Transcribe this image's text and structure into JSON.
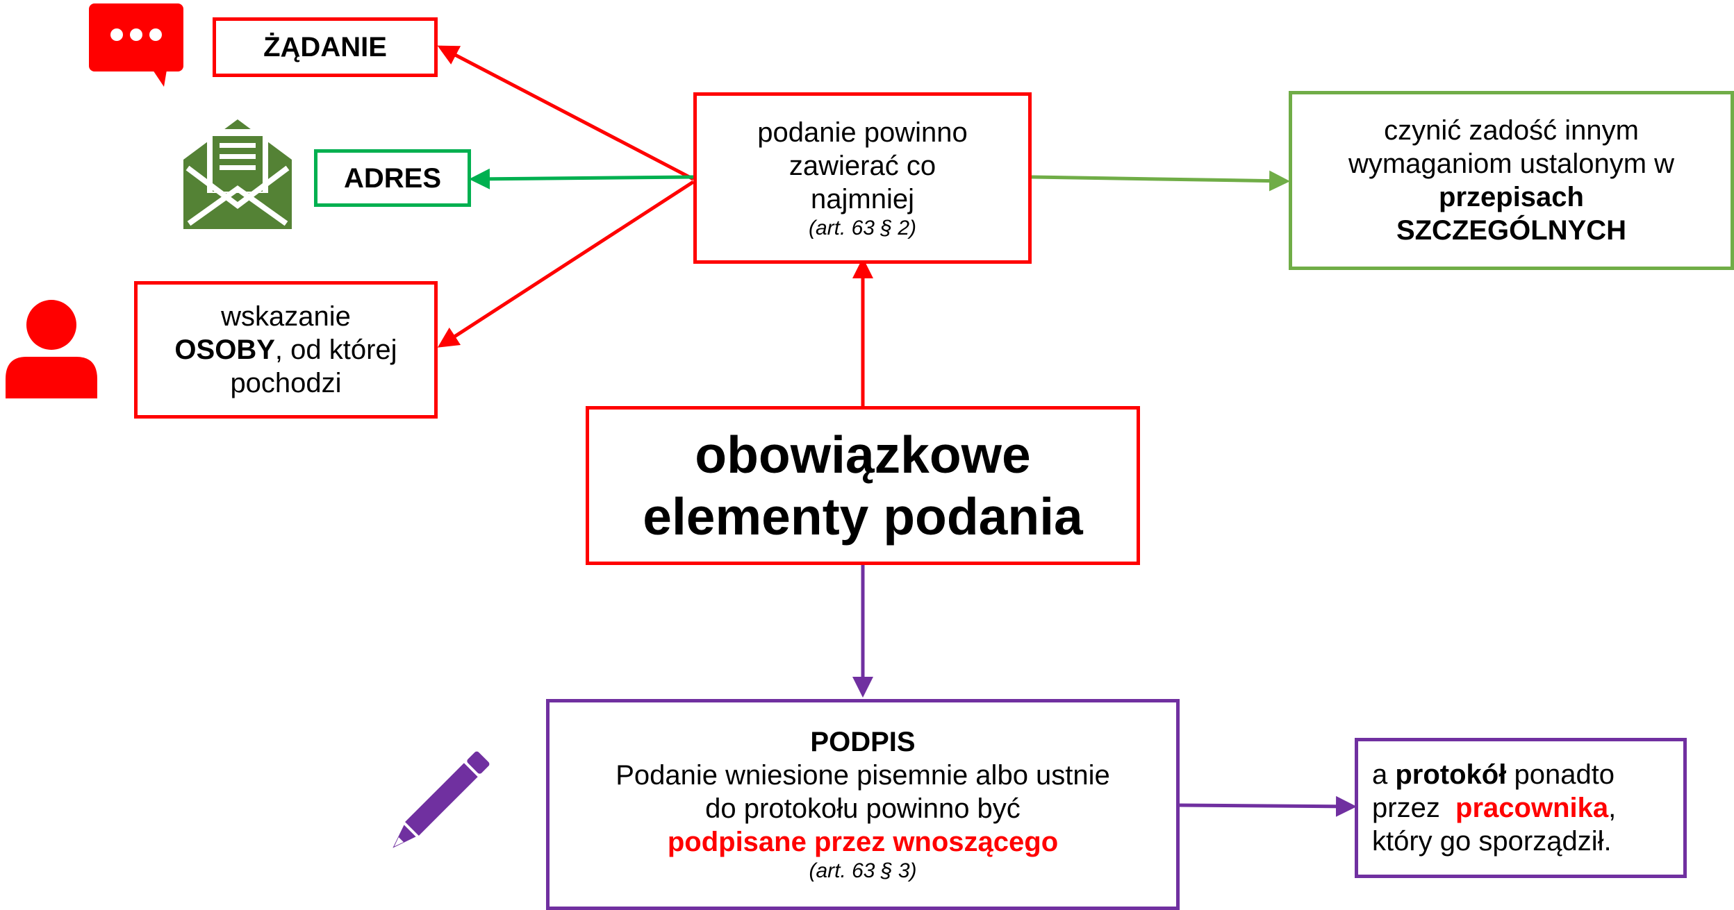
{
  "nodes": {
    "zadanie": {
      "label": "ŻĄDANIE"
    },
    "adres": {
      "label": "ADRES"
    },
    "osoba": {
      "line1": "wskazanie",
      "bold": "OSOBY",
      "rest": ", od której",
      "line3": "pochodzi"
    },
    "podanie": {
      "line1": "podanie powinno",
      "line2": "zawierać co",
      "line3": "najmniej",
      "ref": "(art.  63 §  2)"
    },
    "przepisy": {
      "line1": "czynić zadość innym",
      "line2": "wymaganiom ustalonym w",
      "line3": "przepisach",
      "line4": "SZCZEGÓLNYCH"
    },
    "center": {
      "line1": "obowiązkowe",
      "line2": "elementy podania"
    },
    "podpis": {
      "title": "PODPIS",
      "line1": "Podanie wniesione pisemnie albo ustnie",
      "line2": "do protokołu powinno być",
      "line3": "podpisane przez wnoszącego",
      "ref": "(art. 63 §  3)"
    },
    "protokol": {
      "pre": "a ",
      "bold": "protokół",
      "post": " ponadto",
      "przez": "przez  ",
      "red": "pracownika",
      "comma": ",",
      "line3": "który go sporządził."
    }
  },
  "colors": {
    "red": "#ff0000",
    "green": "#00b050",
    "light_green": "#70ad47",
    "purple": "#7030a0",
    "icon_green": "#548235"
  },
  "icons": [
    "chat-bubble-icon",
    "envelope-letter-icon",
    "user-icon",
    "pencil-icon"
  ]
}
